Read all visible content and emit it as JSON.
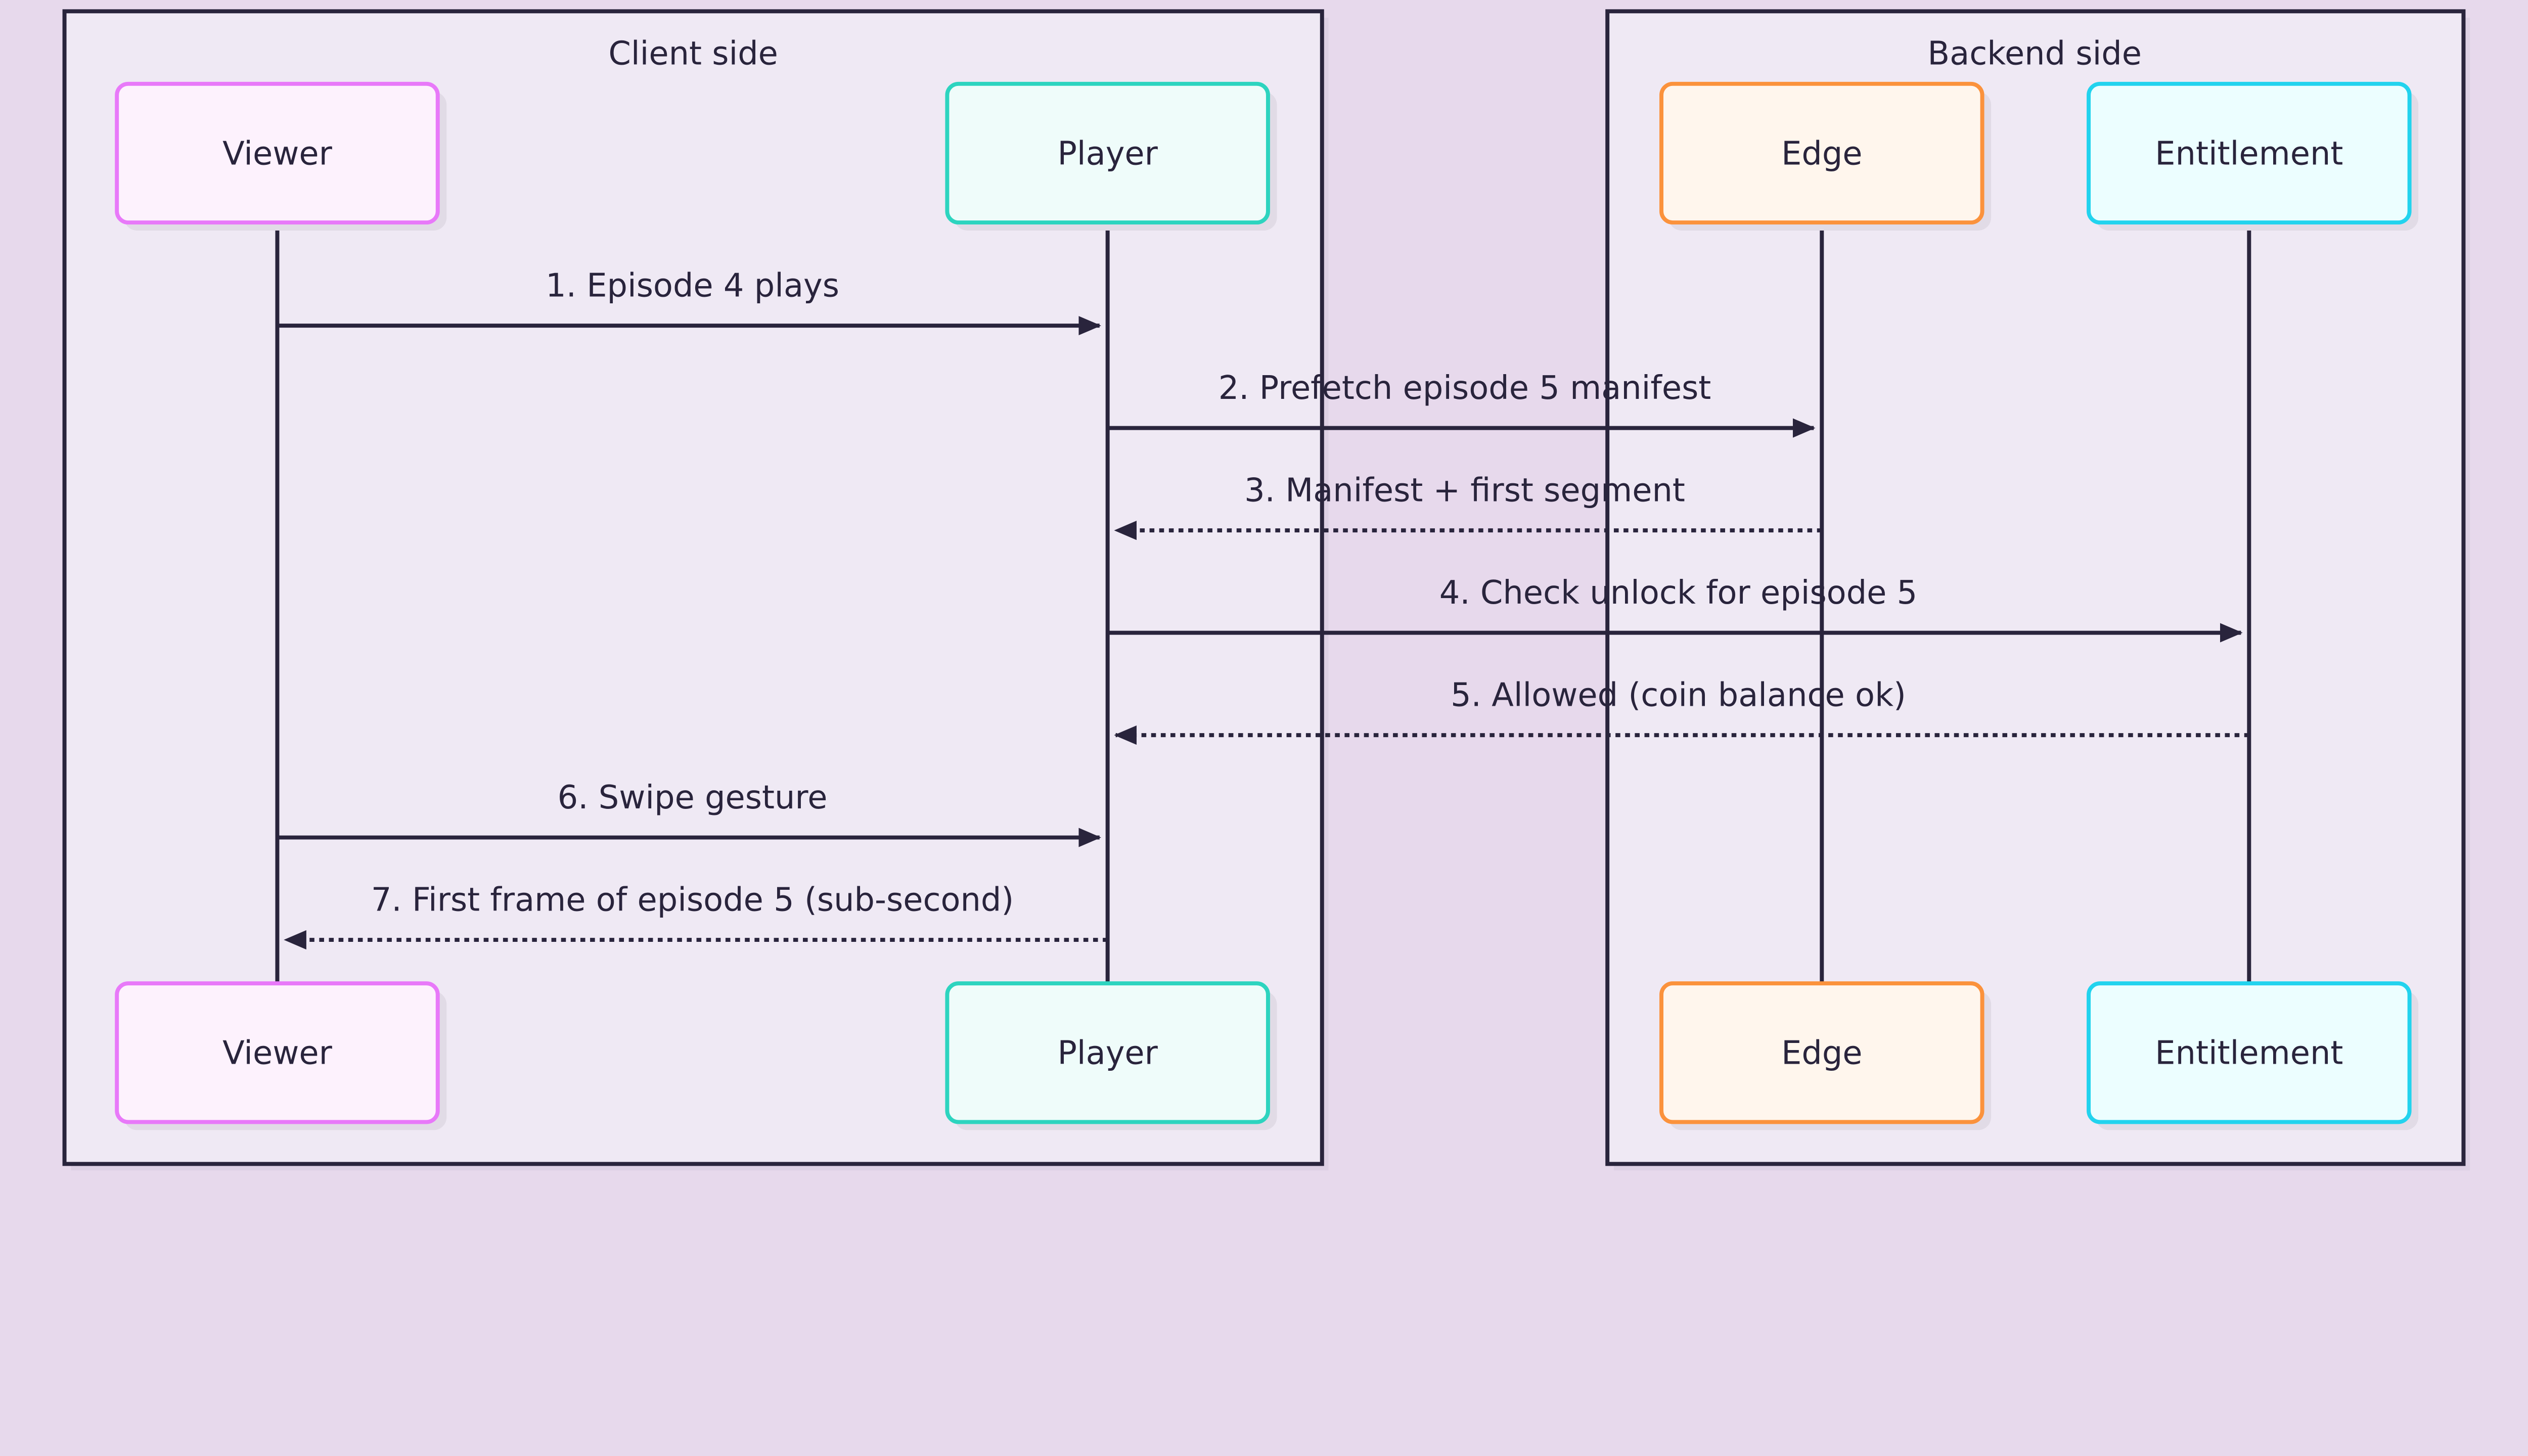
{
  "groups": [
    {
      "title": "Client side"
    },
    {
      "title": "Backend side"
    }
  ],
  "actors": [
    {
      "label": "Viewer",
      "border": "#e879f9",
      "fill": "#fdf2fd"
    },
    {
      "label": "Player",
      "border": "#2dd4bf",
      "fill": "#effcfa"
    },
    {
      "label": "Edge",
      "border": "#fb923c",
      "fill": "#fff6ed"
    },
    {
      "label": "Entitlement",
      "border": "#22d3ee",
      "fill": "#ecfeff"
    }
  ],
  "messages": [
    {
      "label": "1. Episode 4 plays",
      "from": 0,
      "to": 1,
      "style": "solid"
    },
    {
      "label": "2. Prefetch episode 5 manifest",
      "from": 1,
      "to": 2,
      "style": "solid"
    },
    {
      "label": "3. Manifest + first segment",
      "from": 2,
      "to": 1,
      "style": "dotted"
    },
    {
      "label": "4. Check unlock for episode 5",
      "from": 1,
      "to": 3,
      "style": "solid"
    },
    {
      "label": "5. Allowed (coin balance ok)",
      "from": 3,
      "to": 1,
      "style": "dotted"
    },
    {
      "label": "6. Swipe gesture",
      "from": 0,
      "to": 1,
      "style": "solid"
    },
    {
      "label": "7. First frame of episode 5 (sub-second)",
      "from": 1,
      "to": 0,
      "style": "dotted"
    }
  ],
  "colors": {
    "line": "#29243c",
    "background": "#e7d9ec",
    "group_fill": "#efe9f4"
  }
}
